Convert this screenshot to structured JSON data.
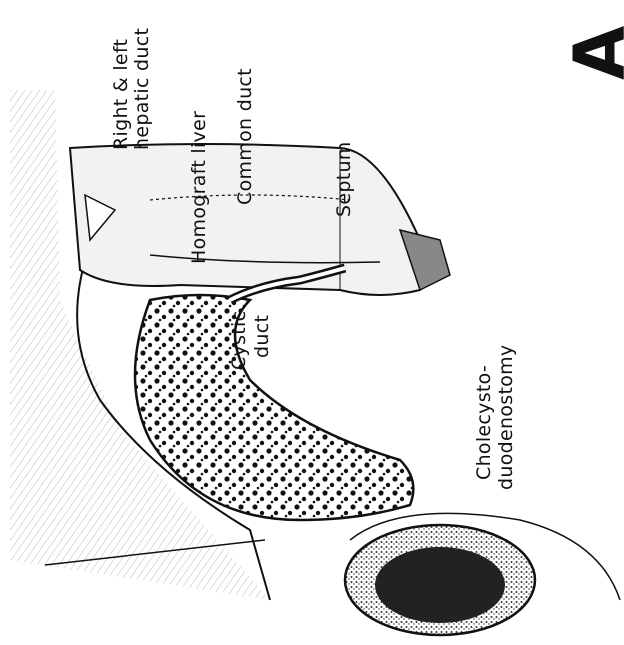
{
  "figure": {
    "panel_letter": "A",
    "labels": {
      "homograft_liver": "Homograft liver",
      "right_left_hepatic_line1": "Right & left",
      "right_left_hepatic_line2": "hepatic duct",
      "common_duct": "Common duct",
      "septum": "Septum",
      "cystic_duct_line1": "Cystic",
      "cystic_duct_line2": "duct",
      "cholecysto_line1": "Cholecysto-",
      "cholecysto_line2": "duodenostomy"
    },
    "colors": {
      "ink": "#111111",
      "paper": "#ffffff"
    }
  }
}
